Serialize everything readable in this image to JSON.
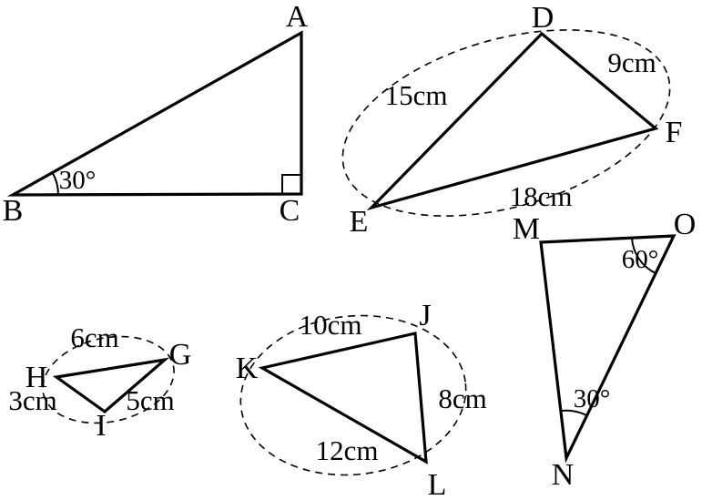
{
  "colors": {
    "stroke": "#000000",
    "background": "#ffffff"
  },
  "diagram": {
    "abc": {
      "vertex_a": "A",
      "vertex_b": "B",
      "vertex_c": "C",
      "angle_b": "30°",
      "right_angle_at": "C"
    },
    "def": {
      "vertex_d": "D",
      "vertex_e": "E",
      "vertex_f": "F",
      "side_de": "15cm",
      "side_df": "9cm",
      "side_ef": "18cm"
    },
    "ghi": {
      "vertex_g": "G",
      "vertex_h": "H",
      "vertex_i": "I",
      "side_hg": "6cm",
      "side_hi": "3cm",
      "side_ig": "5cm"
    },
    "jkl": {
      "vertex_j": "J",
      "vertex_k": "K",
      "vertex_l": "L",
      "side_kj": "10cm",
      "side_jl": "8cm",
      "side_kl": "12cm"
    },
    "mno": {
      "vertex_m": "M",
      "vertex_n": "N",
      "vertex_o": "O",
      "angle_o": "60°",
      "angle_n": "30°"
    }
  }
}
